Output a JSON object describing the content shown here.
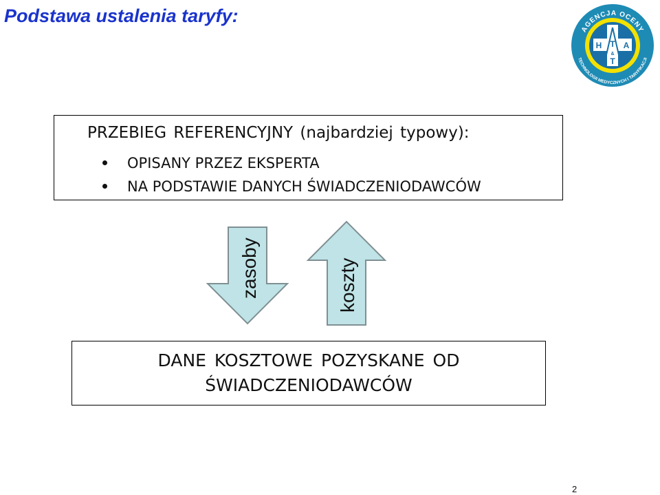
{
  "header": {
    "title": "Podstawa ustalenia taryfy:"
  },
  "logo": {
    "arc_top": "AGENCJA OCENY",
    "arc_bottom": "TECHNOLOGII MEDYCZNYCH I TARYFIKACJI",
    "letters": [
      "H",
      "T",
      "A",
      "&",
      "T"
    ],
    "colors": {
      "outer": "#1e8bb5",
      "ring": "#f3e100",
      "inner": "#1a6fa6"
    }
  },
  "top_box": {
    "heading": "PRZEBIEG REFERENCYJNY (najbardziej typowy):",
    "bullets": [
      "OPISANY PRZEZ EKSPERTA",
      "NA PODSTAWIE DANYCH ŚWIADCZENIODAWCÓW"
    ]
  },
  "arrows": {
    "down_label": "zasoby",
    "up_label": "koszty",
    "fill_color": "#bfe3e6",
    "stroke_color": "#7f8f92"
  },
  "bottom_box": {
    "line1": "DANE KOSZTOWE POZYSKANE OD",
    "line2": "ŚWIADCZENIODAWCÓW"
  },
  "footer": {
    "page_number": "2"
  }
}
